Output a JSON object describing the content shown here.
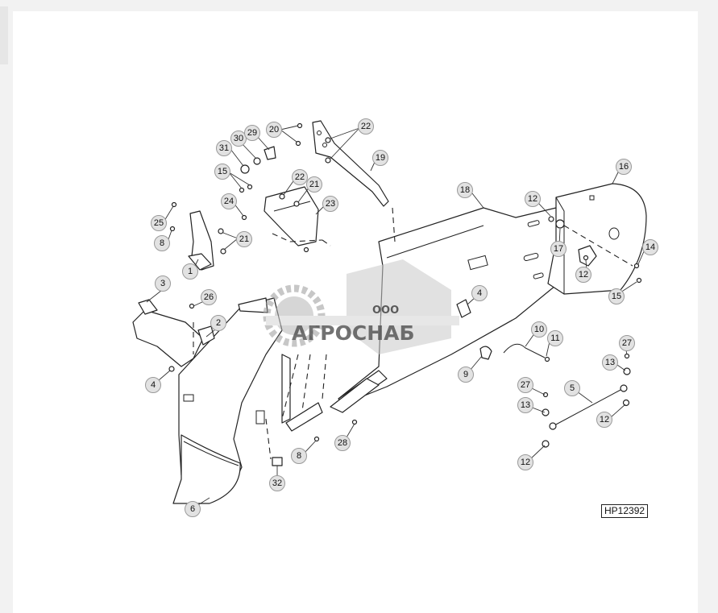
{
  "diagram": {
    "drawing_code": "HP12392",
    "watermark": {
      "line1": "ООО",
      "line2": "АГРОСНАБ"
    },
    "callouts": [
      {
        "id": "c-31",
        "label": "31"
      },
      {
        "id": "c-30",
        "label": "30"
      },
      {
        "id": "c-29",
        "label": "29"
      },
      {
        "id": "c-20",
        "label": "20"
      },
      {
        "id": "c-22a",
        "label": "22"
      },
      {
        "id": "c-19",
        "label": "19"
      },
      {
        "id": "c-15a",
        "label": "15"
      },
      {
        "id": "c-22b",
        "label": "22"
      },
      {
        "id": "c-21a",
        "label": "21"
      },
      {
        "id": "c-24",
        "label": "24"
      },
      {
        "id": "c-23",
        "label": "23"
      },
      {
        "id": "c-25",
        "label": "25"
      },
      {
        "id": "c-8a",
        "label": "8"
      },
      {
        "id": "c-21b",
        "label": "21"
      },
      {
        "id": "c-1",
        "label": "1"
      },
      {
        "id": "c-18",
        "label": "18"
      },
      {
        "id": "c-12a",
        "label": "12"
      },
      {
        "id": "c-16",
        "label": "16"
      },
      {
        "id": "c-17",
        "label": "17"
      },
      {
        "id": "c-14",
        "label": "14"
      },
      {
        "id": "c-12b",
        "label": "12"
      },
      {
        "id": "c-15b",
        "label": "15"
      },
      {
        "id": "c-3",
        "label": "3"
      },
      {
        "id": "c-26",
        "label": "26"
      },
      {
        "id": "c-2",
        "label": "2"
      },
      {
        "id": "c-4a",
        "label": "4"
      },
      {
        "id": "c-4b",
        "label": "4"
      },
      {
        "id": "c-10",
        "label": "10"
      },
      {
        "id": "c-11",
        "label": "11"
      },
      {
        "id": "c-9",
        "label": "9"
      },
      {
        "id": "c-27a",
        "label": "27"
      },
      {
        "id": "c-13a",
        "label": "13"
      },
      {
        "id": "c-27b",
        "label": "27"
      },
      {
        "id": "c-5",
        "label": "5"
      },
      {
        "id": "c-13b",
        "label": "13"
      },
      {
        "id": "c-12c",
        "label": "12"
      },
      {
        "id": "c-12d",
        "label": "12"
      },
      {
        "id": "c-28",
        "label": "28"
      },
      {
        "id": "c-8b",
        "label": "8"
      },
      {
        "id": "c-32",
        "label": "32"
      },
      {
        "id": "c-6",
        "label": "6"
      }
    ]
  }
}
